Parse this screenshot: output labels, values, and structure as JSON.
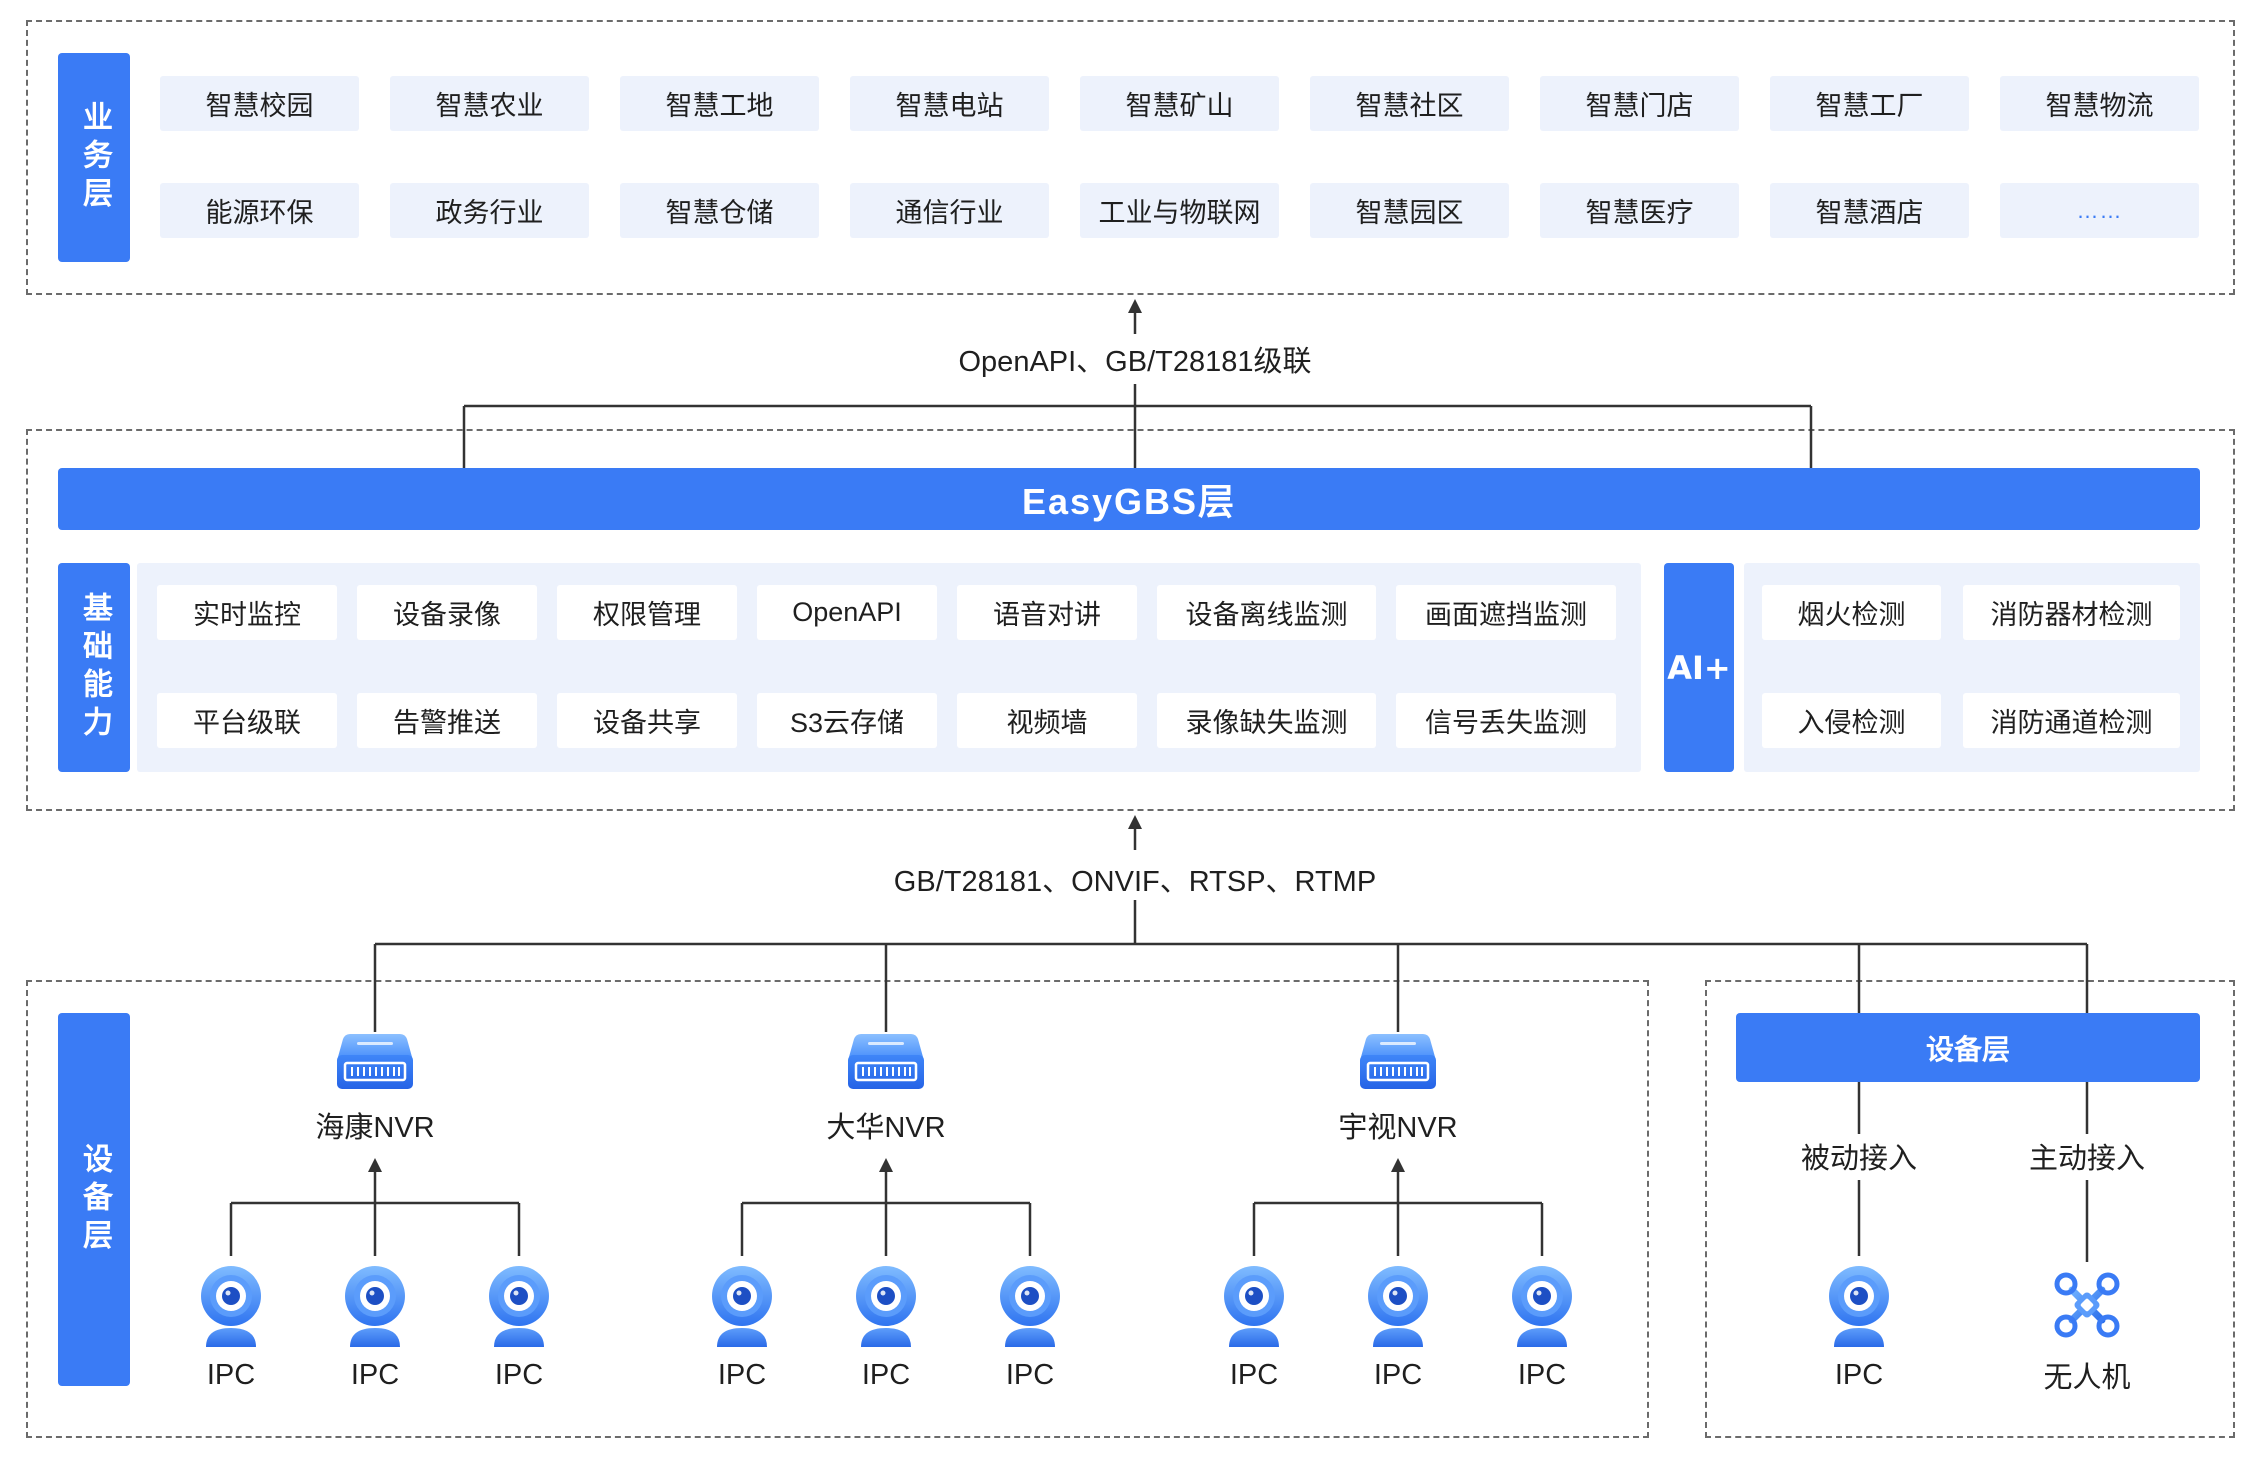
{
  "business_layer": {
    "label": "业务层",
    "items": [
      "智慧校园",
      "智慧农业",
      "智慧工地",
      "智慧电站",
      "智慧矿山",
      "智慧社区",
      "智慧门店",
      "智慧工厂",
      "智慧物流",
      "能源环保",
      "政务行业",
      "智慧仓储",
      "通信行业",
      "工业与物联网",
      "智慧园区",
      "智慧医疗",
      "智慧酒店",
      "……"
    ]
  },
  "upper_link_label": "OpenAPI、GB/T28181级联",
  "platform_layer": {
    "title": "EasyGBS层",
    "base": {
      "label": "基础能力",
      "items": [
        "实时监控",
        "设备录像",
        "权限管理",
        "OpenAPI",
        "语音对讲",
        "设备离线监测",
        "画面遮挡监测",
        "平台级联",
        "告警推送",
        "设备共享",
        "S3云存储",
        "视频墙",
        "录像缺失监测",
        "信号丢失监测"
      ]
    },
    "ai": {
      "label": "AI+",
      "items": [
        "烟火检测",
        "消防器材检测",
        "入侵检测",
        "消防通道检测"
      ]
    }
  },
  "lower_link_label": "GB/T28181、ONVIF、RTSP、RTMP",
  "device_layer": {
    "label": "设备层",
    "nvr_groups": [
      {
        "name": "海康NVR",
        "icon": "nvr-icon",
        "cameras": [
          {
            "label": "IPC",
            "icon": "camera-icon"
          },
          {
            "label": "IPC",
            "icon": "camera-icon"
          },
          {
            "label": "IPC",
            "icon": "camera-icon"
          }
        ]
      },
      {
        "name": "大华NVR",
        "icon": "nvr-icon",
        "cameras": [
          {
            "label": "IPC",
            "icon": "camera-icon"
          },
          {
            "label": "IPC",
            "icon": "camera-icon"
          },
          {
            "label": "IPC",
            "icon": "camera-icon"
          }
        ]
      },
      {
        "name": "宇视NVR",
        "icon": "nvr-icon",
        "cameras": [
          {
            "label": "IPC",
            "icon": "camera-icon"
          },
          {
            "label": "IPC",
            "icon": "camera-icon"
          },
          {
            "label": "IPC",
            "icon": "camera-icon"
          }
        ]
      }
    ],
    "access_panel": {
      "title": "设备层",
      "modes": [
        {
          "label": "被动接入",
          "device": "IPC",
          "icon": "camera-icon"
        },
        {
          "label": "主动接入",
          "device": "无人机",
          "icon": "drone-icon"
        }
      ]
    }
  },
  "colors": {
    "primary": "#3a7bf5",
    "panel": "#edf2fc",
    "text": "#1f1f1f",
    "line": "#333333",
    "border": "#6b6b6b",
    "accent_text": "#3a7bf5"
  }
}
